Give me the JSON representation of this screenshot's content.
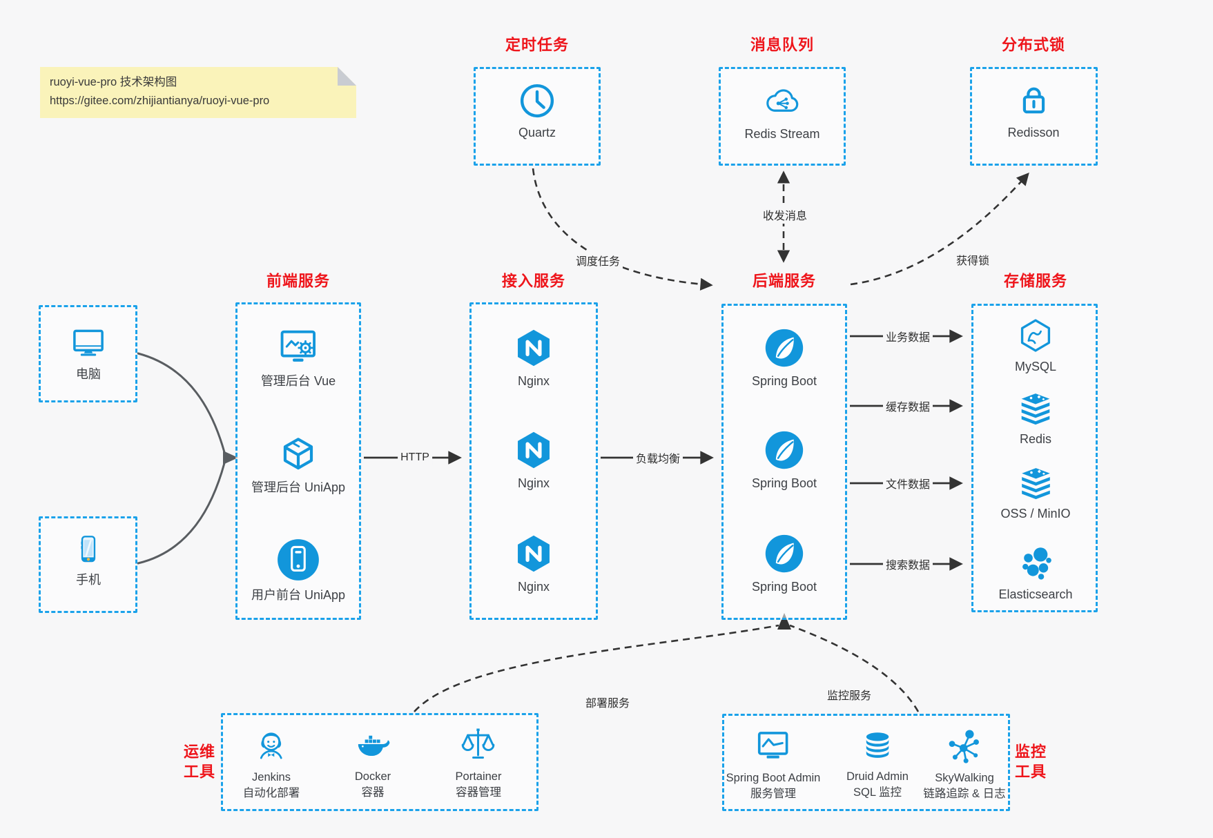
{
  "note": {
    "line1": "ruoyi-vue-pro 技术架构图",
    "line2": "https://gitee.com/zhijiantianya/ruoyi-vue-pro"
  },
  "groups": {
    "scheduled": {
      "title": "定时任务",
      "node": "Quartz"
    },
    "mq": {
      "title": "消息队列",
      "node": "Redis Stream"
    },
    "lock": {
      "title": "分布式锁",
      "node": "Redisson"
    },
    "devices": {
      "pc": "电脑",
      "phone": "手机"
    },
    "frontend": {
      "title": "前端服务",
      "nodes": [
        "管理后台 Vue",
        "管理后台 UniApp",
        "用户前台 UniApp"
      ]
    },
    "gateway": {
      "title": "接入服务",
      "nodes": [
        "Nginx",
        "Nginx",
        "Nginx"
      ]
    },
    "backend": {
      "title": "后端服务",
      "nodes": [
        "Spring Boot",
        "Spring Boot",
        "Spring Boot"
      ]
    },
    "storage": {
      "title": "存储服务",
      "nodes": [
        "MySQL",
        "Redis",
        "OSS / MinIO",
        "Elasticsearch"
      ]
    },
    "ops": {
      "title_line1": "运维",
      "title_line2": "工具",
      "nodes": [
        {
          "name": "Jenkins",
          "desc": "自动化部署"
        },
        {
          "name": "Docker",
          "desc": "容器"
        },
        {
          "name": "Portainer",
          "desc": "容器管理"
        }
      ]
    },
    "monitoring": {
      "title_line1": "监控",
      "title_line2": "工具",
      "nodes": [
        {
          "name": "Spring Boot Admin",
          "desc": "服务管理"
        },
        {
          "name": "Druid Admin",
          "desc": "SQL 监控"
        },
        {
          "name": "SkyWalking",
          "desc": "链路追踪 & 日志"
        }
      ]
    }
  },
  "edges": {
    "http": "HTTP",
    "load_balance": "负载均衡",
    "schedule": "调度任务",
    "messaging": "收发消息",
    "acquire_lock": "获得锁",
    "business_data": "业务数据",
    "cache_data": "缓存数据",
    "file_data": "文件数据",
    "search_data": "搜索数据",
    "deploy": "部署服务",
    "monitor": "监控服务"
  },
  "colors": {
    "accent_blue": "#1296db",
    "border_blue": "#1ba2ea",
    "title_red": "#ee151b",
    "note_yellow": "#faf3ba",
    "background": "#f7f7f8"
  }
}
